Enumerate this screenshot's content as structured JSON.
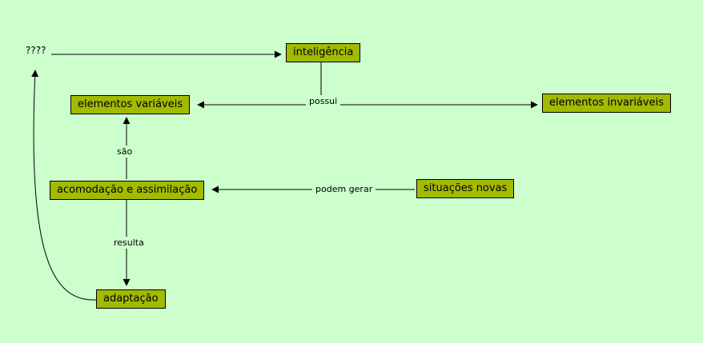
{
  "colors": {
    "background": "#ccffcc",
    "node-fill": "#a2ba00",
    "node-border": "#000000",
    "line": "#000000",
    "text": "#000000"
  },
  "map": {
    "nodes": {
      "unknown": {
        "label": "????"
      },
      "inteligencia": {
        "label": "inteligência"
      },
      "elementos_variaveis": {
        "label": "elementos variáveis"
      },
      "elementos_invariaveis": {
        "label": "elementos invariáveis"
      },
      "acomodacao_assimilacao": {
        "label": "acomodação e assimilação"
      },
      "situacoes_novas": {
        "label": "situações novas"
      },
      "adaptacao": {
        "label": "adaptação"
      }
    },
    "links": {
      "possui": {
        "label": "possui"
      },
      "sao": {
        "label": "são"
      },
      "podem_gerar": {
        "label": "podem gerar"
      },
      "resulta": {
        "label": "resulta"
      }
    }
  }
}
